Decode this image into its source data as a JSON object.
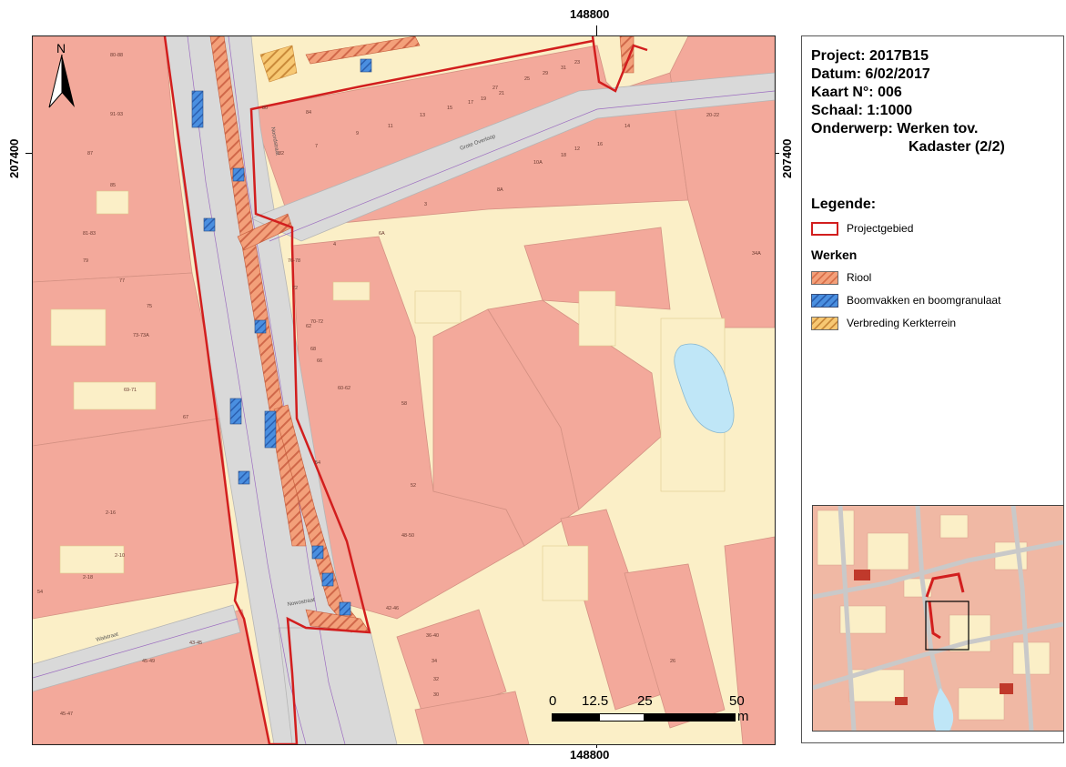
{
  "coordinates": {
    "top": "148800",
    "bottom": "148800",
    "left": "207400",
    "right": "207400"
  },
  "map": {
    "north_label": "N",
    "street_labels": [
      "Grote Overloop",
      "Noordstraat",
      "Nowostraat",
      "Walstraat"
    ],
    "parcel_labels": [
      "80-88",
      "91-93",
      "87",
      "85",
      "81-83",
      "79",
      "77",
      "75",
      "73-73A",
      "69-71",
      "67",
      "84",
      "82",
      "80",
      "76-78",
      "72",
      "62",
      "70-72",
      "68",
      "66",
      "60-62",
      "54",
      "52",
      "58",
      "48-50",
      "42-46",
      "36-40",
      "34",
      "32",
      "30",
      "26",
      "2-16",
      "2-18",
      "2-10",
      "54",
      "45-49",
      "45-47",
      "43-45",
      "3",
      "7",
      "9",
      "11",
      "13",
      "15",
      "17",
      "19",
      "21",
      "23",
      "25",
      "27",
      "29",
      "31",
      "14",
      "16",
      "18",
      "10A",
      "12",
      "8A",
      "6A",
      "4",
      "20-22",
      "34A"
    ]
  },
  "legend": {
    "project": "Project: 2017B15",
    "date": "Datum: 6/02/2017",
    "map_no": "Kaart N°: 006",
    "scale": "Schaal: 1:1000",
    "subject_1": "Onderwerp: Werken tov.",
    "subject_2": "Kadaster (2/2)",
    "title": "Legende:",
    "project_area": "Projectgebied",
    "works_title": "Werken",
    "items": [
      {
        "label": "Riool",
        "color": "#f3a07a"
      },
      {
        "label": "Boomvakken en boomgranulaat",
        "color": "#4a8fe0"
      },
      {
        "label": "Verbreding Kerkterrein",
        "color": "#f7c873"
      }
    ]
  },
  "scalebar": {
    "labels": [
      "0",
      "12.5",
      "25",
      "50"
    ],
    "unit": "m"
  },
  "colors": {
    "parcel": "#f3a99b",
    "parcel_stroke": "#c98a7e",
    "background": "#fbefc7",
    "road": "#d9d9d9",
    "project_outline": "#d21e1e",
    "water": "#bfe6f7"
  }
}
